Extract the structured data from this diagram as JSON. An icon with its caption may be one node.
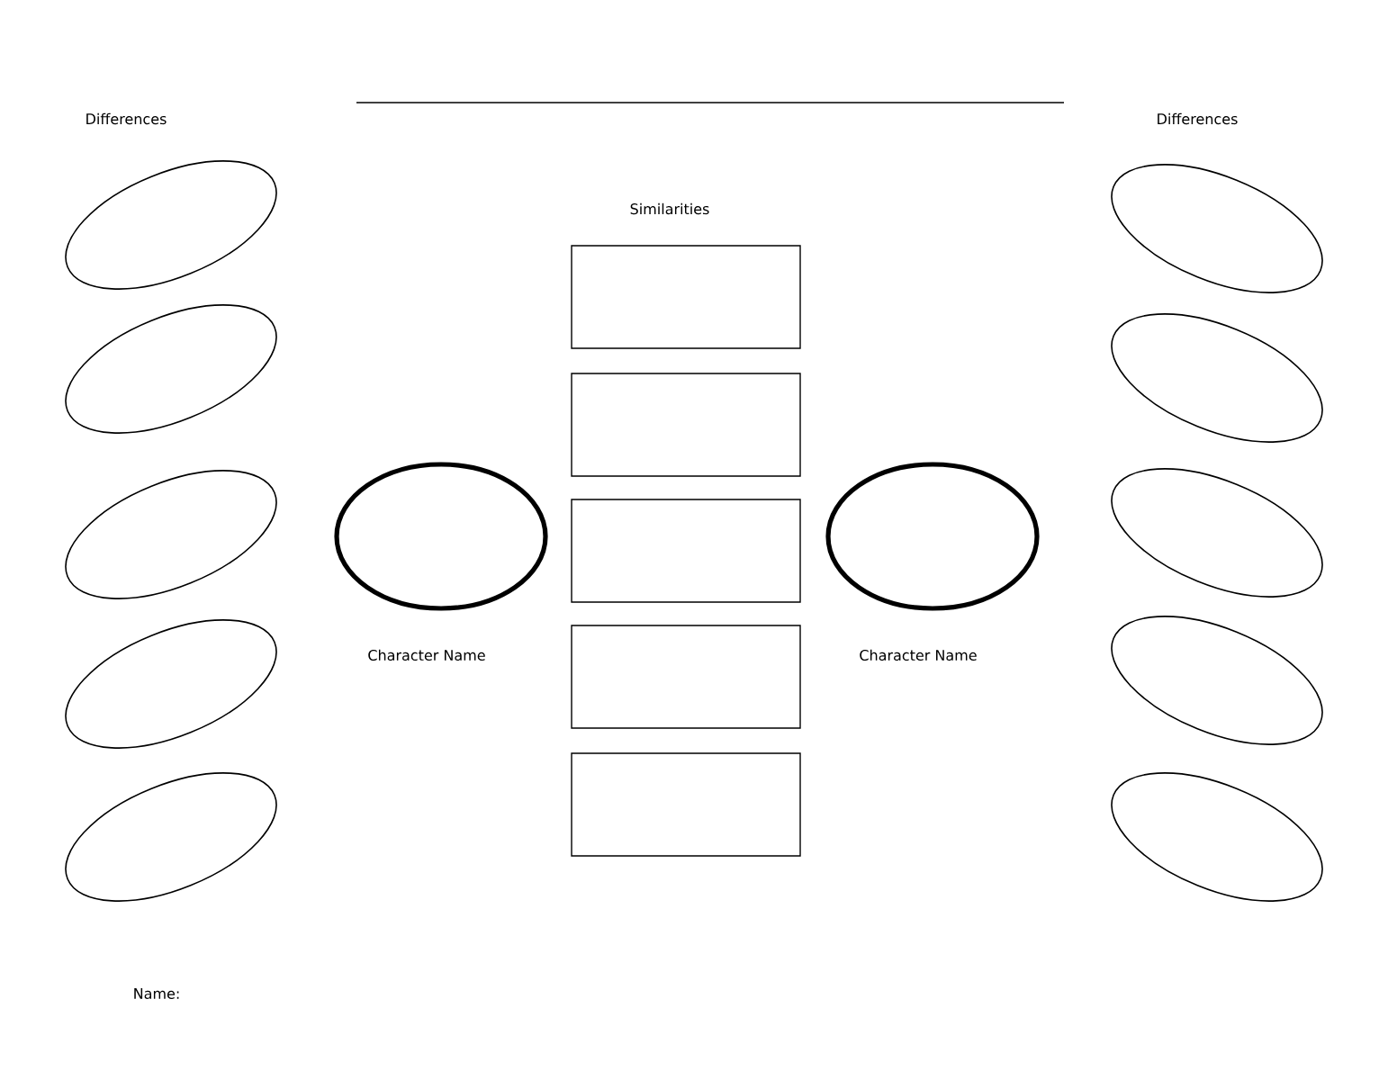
{
  "diagram": {
    "nodes": [
      {
        "text": [],
        "shape": "ellipse"
      },
      {
        "text": [],
        "shape": "ellipse"
      },
      {
        "text": [],
        "shape": "ellipse"
      },
      {
        "text": [],
        "shape": "ellipse"
      },
      {
        "text": [],
        "shape": "ellipse"
      },
      {
        "text": [],
        "shape": "box"
      },
      {
        "text": [],
        "shape": "box"
      },
      {
        "text": [],
        "shape": "box"
      },
      {
        "text": [],
        "shape": "box"
      },
      {
        "text": [],
        "shape": "box"
      },
      {
        "text": [],
        "shape": "circle",
        "beside": [
          "Character Name"
        ]
      },
      {
        "text": [],
        "shape": "circle",
        "beside": [
          "Character Name"
        ]
      },
      {
        "text": [],
        "shape": "ellipse"
      },
      {
        "text": [],
        "shape": "ellipse"
      },
      {
        "text": [],
        "shape": "ellipse"
      },
      {
        "text": [],
        "shape": "ellipse"
      },
      {
        "text": [],
        "shape": "ellipse"
      }
    ],
    "labels": [
      "Differences",
      "Similarities",
      "Differences",
      "Name:"
    ]
  }
}
